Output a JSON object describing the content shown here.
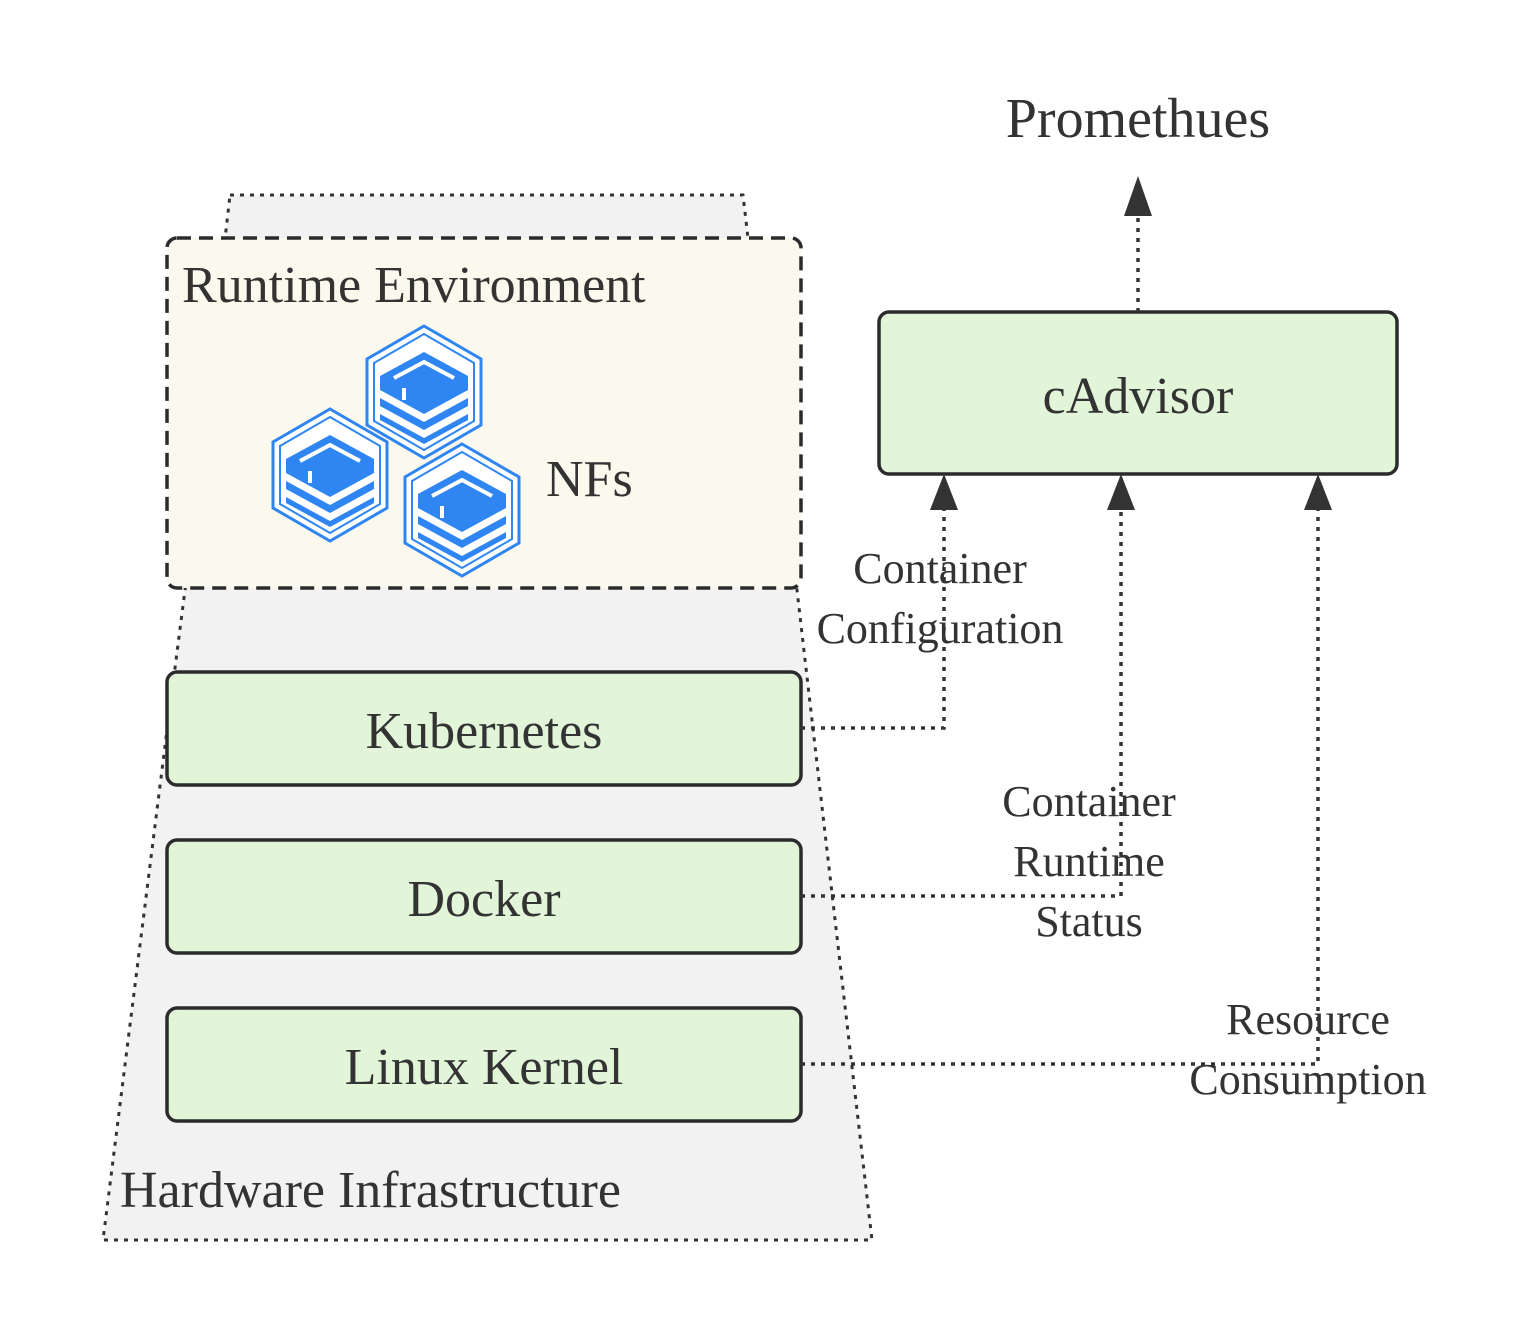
{
  "nodes": {
    "prometheus": "Promethues",
    "cadvisor": "cAdvisor",
    "runtime_env": "Runtime Environment",
    "nfs": "NFs",
    "kubernetes": "Kubernetes",
    "docker": "Docker",
    "linux_kernel": "Linux Kernel",
    "hardware": "Hardware Infrastructure"
  },
  "edges": {
    "container_configuration": [
      "Container",
      "Configuration"
    ],
    "container_runtime_status": [
      "Container",
      "Runtime",
      "Status"
    ],
    "resource_consumption": [
      "Resource",
      "Consumption"
    ]
  },
  "colors": {
    "green_fill": "#e3f5d9",
    "runtime_fill": "#fbf9ed",
    "hardware_fill": "#f2f2f2",
    "stroke": "#2b2b2b",
    "icon_blue": "#2f86f2"
  },
  "icons": [
    "container-stack-icon",
    "container-stack-icon",
    "container-stack-icon"
  ]
}
